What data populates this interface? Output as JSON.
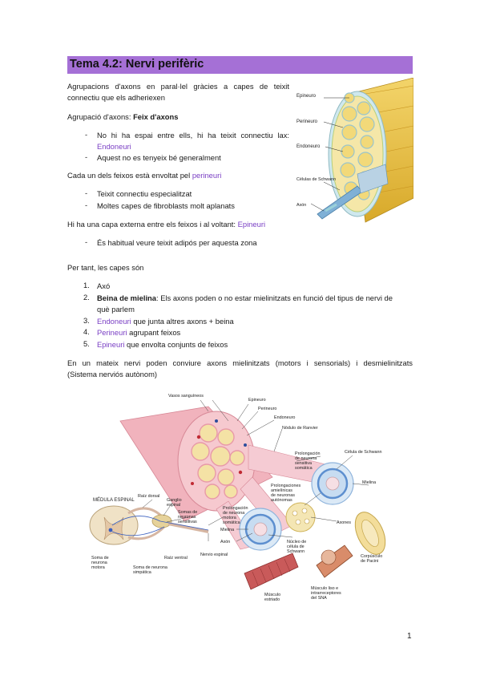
{
  "title": "Tema 4.2: Nervi perifèric",
  "intro_line1": "Agrupacions d'axons en paral·lel gràcies a capes de teixit",
  "intro_line2": "connectiu que els adheriexen",
  "bundle_label": "Agrupació d'axons: ",
  "bundle_bold": "Feix d'axons",
  "b1_line1": "No hi ha espai entre ells, hi ha teixit connectiu lax:",
  "b1_term": "Endoneuri",
  "b2": "Aquest no es tenyeix bé generalment",
  "each_text": "Cada un dels feixos està envoltat pel ",
  "each_term": "perineuri",
  "b3": "Teixit connectiu especialitzat",
  "b4": "Moltes capes de fibroblasts molt aplanats",
  "outer_text": "Hi ha una capa externa entre els feixos i al voltant: ",
  "outer_term": "Epineuri",
  "b5": "És habitual veure teixit adipós per aquesta zona",
  "layers_intro": "Per tant, les capes són",
  "list": [
    {
      "n": "1.",
      "text": "Axó"
    },
    {
      "n": "2.",
      "bold": "Beina de mielina",
      "text": ": Els axons poden o no estar mielinitzats en funció del tipus de nervi de",
      "text2": "què parlem"
    },
    {
      "n": "3.",
      "term": "Endoneuri",
      "text": " que junta altres axons + beina"
    },
    {
      "n": "4.",
      "term": "Perineuri",
      "text": " agrupant feixos"
    },
    {
      "n": "5.",
      "term": "Epineuri",
      "text": " que envolta conjunts de feixos"
    }
  ],
  "final_line1": "En un mateix nervi poden conviure axons mielinitzats (motors i sensorials) i desmielinitzats",
  "final_line2": "(Sistema nerviós autònom)",
  "fig1_labels": {
    "epineuro": "Epineuro",
    "perineuro": "Perineuro",
    "endoneuro": "Endoneuro",
    "schwann": "Células de Schwann",
    "axon": "Axón"
  },
  "fig2_labels": {
    "vasos": "Vasos sanguíneos",
    "epineuro": "Epineuro",
    "perineuro": "Perineuro",
    "endoneuro": "Endoneuro",
    "ranvier": "Nódulo de Ranvier",
    "schwann": "Célula de Schwann",
    "mielina_r": "Mielina",
    "prolong_sens": "Prolongación de neurona sensitiva somática",
    "prolong_amiel": "Prolongaciones amielínicas de neuronas autónomas",
    "axones": "Axones",
    "medula": "MÉDULA ESPINAL",
    "raiz_dorsal": "Raíz dorsal",
    "ganglio": "Ganglio espinal",
    "somas_sens": "Somas de neuronas sensitivas",
    "prolong_motora": "Prolongación de neurona motora somática",
    "mielina_l": "Mielina",
    "axon": "Axón",
    "nucleo": "Núcleo de célula de Schwann",
    "pacini": "Corpúsculo de Pacini",
    "soma_motora": "Soma de neurona motora",
    "soma_simp": "Soma de neurona simpática",
    "raiz_ventral": "Raíz ventral",
    "nervio": "Nervio espinal",
    "musculo_estr": "Músculo estriado",
    "musculo_liso": "Músculo liso e intrarreceptores del SNA"
  },
  "page_number": "1"
}
